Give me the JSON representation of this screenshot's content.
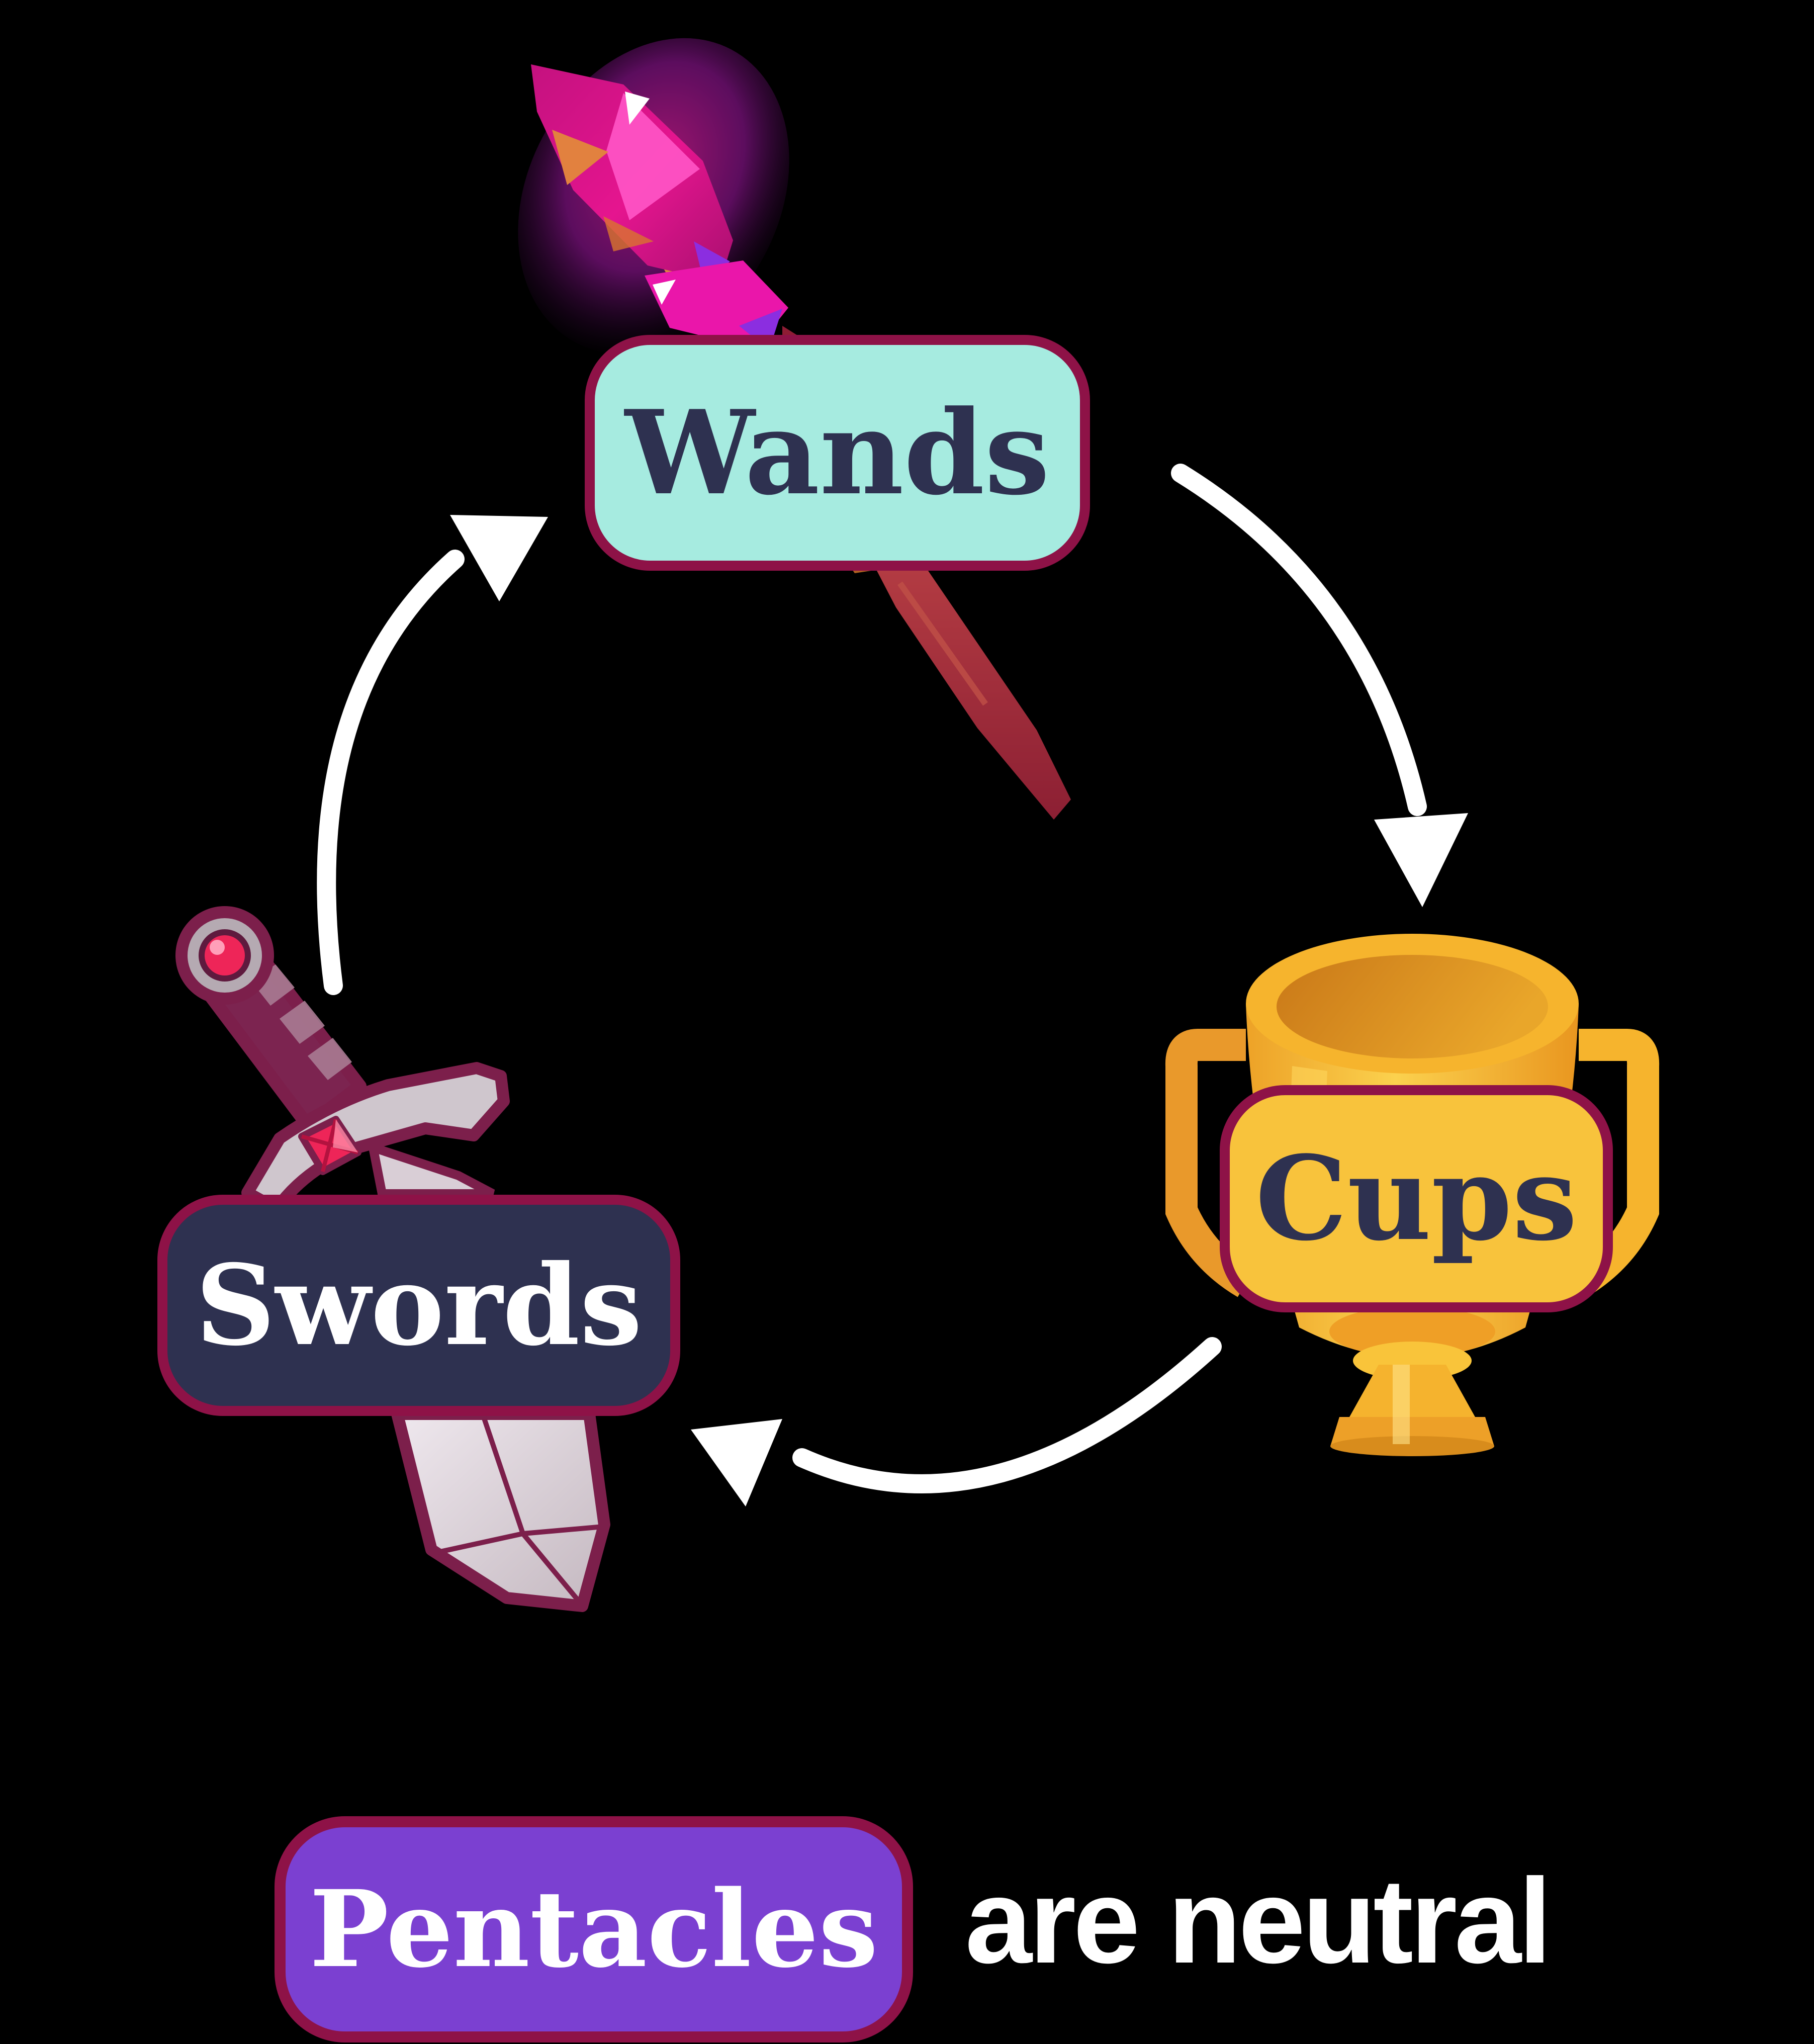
{
  "diagram": {
    "type": "cycle",
    "background_color": "#000000",
    "border_color": "#8e1247",
    "arrow_color": "#ffffff",
    "nodes": [
      {
        "id": "wands",
        "label": "Wands",
        "fill": "#a6ebe0",
        "text_color": "#2e3150",
        "icon": "magic-wand"
      },
      {
        "id": "cups",
        "label": "Cups",
        "fill": "#f8c33c",
        "text_color": "#2e3150",
        "icon": "trophy-cup"
      },
      {
        "id": "swords",
        "label": "Swords",
        "fill": "#2e3150",
        "text_color": "#ffffff",
        "icon": "sword"
      }
    ],
    "arrows": [
      {
        "from": "wands",
        "to": "cups"
      },
      {
        "from": "cups",
        "to": "swords"
      },
      {
        "from": "swords",
        "to": "wands"
      }
    ],
    "legend": {
      "label": "Pentacles",
      "fill": "#7b40d1",
      "text_color": "#ffffff",
      "suffix": "are neutral"
    },
    "icon_colors": {
      "wand_crystal": "#ff3cb8",
      "wand_shaft": "#df8a3e",
      "wand_stick": "#a5333e",
      "trophy_gold": "#f6b42d",
      "sword_outline": "#7c1f4b",
      "sword_blade": "#d9ced6",
      "sword_gem": "#ee2558"
    }
  }
}
